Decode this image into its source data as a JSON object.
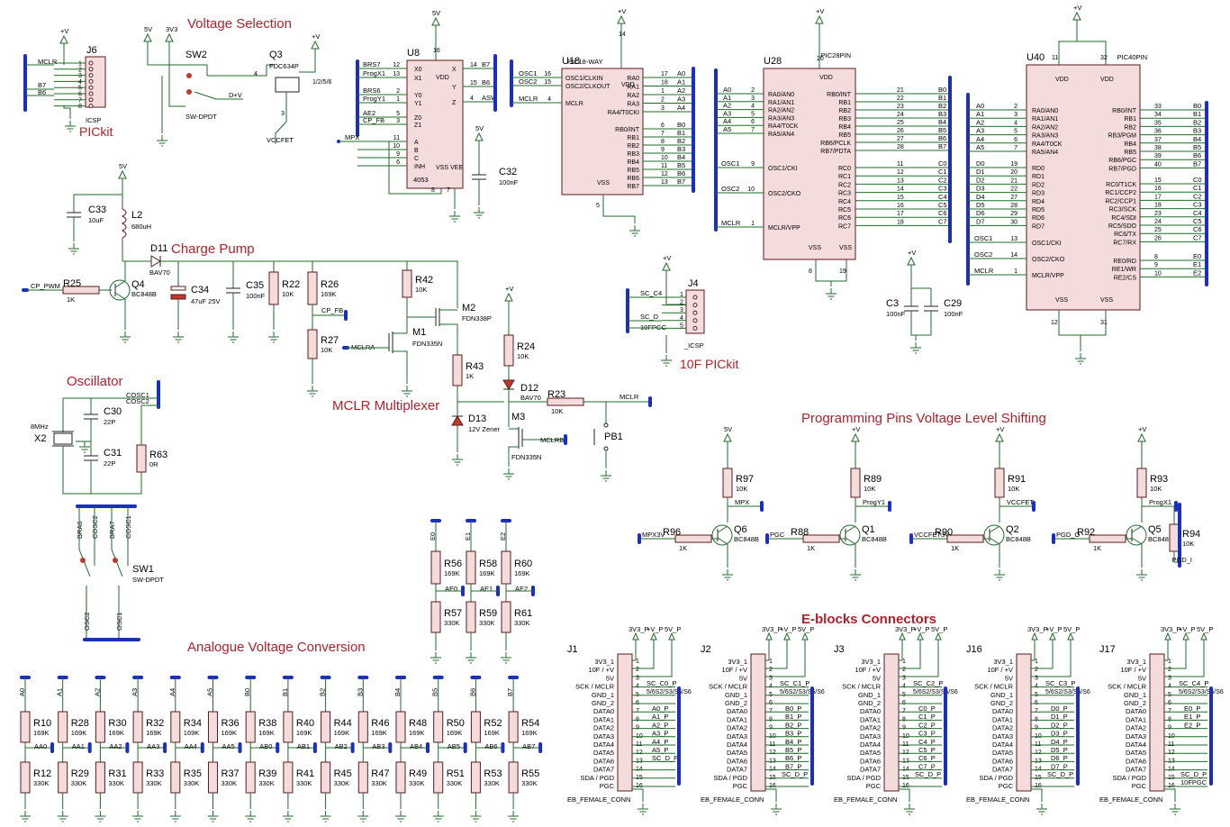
{
  "titles": {
    "voltage_selection": "Voltage Selection",
    "pickit": "PICkit",
    "charge_pump": "Charge Pump",
    "oscillator": "Oscillator",
    "mclr_mux": "MCLR Multiplexer",
    "tenf_pickit": "10F PICkit",
    "level_shift": "Programming Pins Voltage Level Shifting",
    "eblocks": "E-blocks Connectors",
    "analogue": "Analogue Voltage Conversion"
  },
  "power": {
    "v5": "5V",
    "vplus": "+V",
    "v3v3": "3V3"
  },
  "j6": {
    "ref": "J6",
    "name": "ICSP",
    "nets": [
      "MCLR",
      "B7",
      "B6"
    ],
    "pins": [
      "1",
      "2",
      "3",
      "4",
      "5",
      "6",
      "7",
      "8"
    ]
  },
  "sw2": {
    "ref": "SW2",
    "name": "SW-DPDT",
    "net": "D+V"
  },
  "q3": {
    "ref": "Q3",
    "part": "FDC634P",
    "pins": [
      "4",
      "1/2/5/6",
      "3"
    ],
    "net": "VCCFET"
  },
  "u8": {
    "ref": "U8",
    "part": "4053",
    "left": [
      [
        "BRS7",
        "12",
        "X0"
      ],
      [
        "ProgX1",
        "13",
        "X1"
      ],
      [
        "BRS6",
        "2",
        "Y0"
      ],
      [
        "ProgY1",
        "1",
        "Y1"
      ],
      [
        "AE2",
        "5",
        "Z0"
      ],
      [
        "CP_FB",
        "3",
        "Z1"
      ],
      [
        "",
        "11",
        "A"
      ],
      [
        "",
        "10",
        "B"
      ],
      [
        "",
        "9",
        "C"
      ],
      [
        "",
        "6",
        "INH"
      ]
    ],
    "right": [
      [
        "14",
        "X",
        "B7"
      ],
      [
        "15",
        "Y",
        "B6"
      ],
      [
        "4",
        "Z",
        "ASW"
      ]
    ],
    "pwr": [
      [
        "16",
        "VDD"
      ],
      [
        "8",
        "VSS"
      ],
      [
        "7",
        "VEE"
      ]
    ],
    "mpx": "MPX"
  },
  "c32": {
    "ref": "C32",
    "value": "100nF"
  },
  "u18": {
    "ref": "U18",
    "part": "PIC18-WAY",
    "left": [
      [
        "OSC1",
        "16",
        "OSC1/CLKIN"
      ],
      [
        "OSC2",
        "15",
        "OSC2/CLKOUT"
      ],
      [
        "MCLR",
        "4",
        "MCLR"
      ]
    ],
    "ra": [
      [
        "17",
        "RA0",
        "A0"
      ],
      [
        "18",
        "RA1",
        "A1"
      ],
      [
        "1",
        "RA2",
        "A2"
      ],
      [
        "2",
        "RA3",
        "A3"
      ],
      [
        "3",
        "RA4/T0CKI",
        "A4"
      ]
    ],
    "rb": [
      [
        "6",
        "RB0/INT",
        "B0"
      ],
      [
        "7",
        "RB1",
        "B1"
      ],
      [
        "8",
        "RB2",
        "B2"
      ],
      [
        "9",
        "RB3",
        "B3"
      ],
      [
        "10",
        "RB4",
        "B4"
      ],
      [
        "11",
        "RB5",
        "B5"
      ],
      [
        "12",
        "RB6",
        "B6"
      ],
      [
        "13",
        "RB7",
        "B7"
      ]
    ],
    "pwr": [
      [
        "14",
        "VDD"
      ],
      [
        "5",
        "VSS"
      ]
    ]
  },
  "u28": {
    "ref": "U28",
    "part": "PIC28PIN",
    "left_a": [
      [
        "A0",
        "2",
        "RA0/AN0"
      ],
      [
        "A1",
        "3",
        "RA1/AN1"
      ],
      [
        "A2",
        "4",
        "RA2/AN2"
      ],
      [
        "A3",
        "5",
        "RA3/AN3"
      ],
      [
        "A4",
        "6",
        "RA4/T0CK"
      ],
      [
        "A5",
        "7",
        "RA5/AN4"
      ]
    ],
    "left_b": [
      [
        "OSC1",
        "9",
        "OSC1/CKI"
      ],
      [
        "OSC2",
        "10",
        "OSC2/CKO"
      ],
      [
        "MCLR",
        "1",
        "MCLR/VPP"
      ]
    ],
    "rb": [
      [
        "21",
        "RB0/INT",
        "B0"
      ],
      [
        "22",
        "RB1",
        "B1"
      ],
      [
        "23",
        "RB2",
        "B2"
      ],
      [
        "24",
        "RB3",
        "B3"
      ],
      [
        "25",
        "RB4",
        "B4"
      ],
      [
        "26",
        "RB5",
        "B5"
      ],
      [
        "27",
        "RB6/PCLK",
        "B6"
      ],
      [
        "28",
        "RB7/PDTA",
        "B7"
      ]
    ],
    "rc": [
      [
        "11",
        "RC0",
        "C0"
      ],
      [
        "12",
        "RC1",
        "C1"
      ],
      [
        "13",
        "RC2",
        "C2"
      ],
      [
        "14",
        "RC3",
        "C3"
      ],
      [
        "15",
        "RC4",
        "C4"
      ],
      [
        "16",
        "RC5",
        "C5"
      ],
      [
        "17",
        "RC6",
        "C6"
      ],
      [
        "18",
        "RC7",
        "C7"
      ]
    ],
    "pwr": [
      [
        "20",
        "VDD"
      ],
      [
        "8",
        "VSS"
      ],
      [
        "19",
        "VSS"
      ]
    ]
  },
  "u40": {
    "ref": "U40",
    "part": "PIC40PIN",
    "ra": [
      [
        "A0",
        "2",
        "RA0/AN0"
      ],
      [
        "A1",
        "3",
        "RA1/AN1"
      ],
      [
        "A2",
        "4",
        "RA2/AN2"
      ],
      [
        "A3",
        "5",
        "RA3/AN3"
      ],
      [
        "A4",
        "6",
        "RA4/T0CK"
      ],
      [
        "A5",
        "7",
        "RA5/AN4"
      ]
    ],
    "rd": [
      [
        "D0",
        "19",
        "RD0"
      ],
      [
        "D1",
        "20",
        "RD1"
      ],
      [
        "D2",
        "21",
        "RD2"
      ],
      [
        "D3",
        "22",
        "RD3"
      ],
      [
        "D4",
        "27",
        "RD4"
      ],
      [
        "D5",
        "28",
        "RD5"
      ],
      [
        "D6",
        "29",
        "RD6"
      ],
      [
        "D7",
        "30",
        "RD7"
      ]
    ],
    "left_c": [
      [
        "OSC1",
        "13",
        "OSC1/CKI"
      ],
      [
        "OSC2",
        "14",
        "OSC2/CKO"
      ],
      [
        "MCLR",
        "1",
        "MCLR/VPP"
      ]
    ],
    "rb": [
      [
        "33",
        "RB0/INT",
        "B0"
      ],
      [
        "34",
        "RB1",
        "B1"
      ],
      [
        "35",
        "RB2",
        "B2"
      ],
      [
        "36",
        "RB3/PGM",
        "B3"
      ],
      [
        "37",
        "RB4",
        "B4"
      ],
      [
        "38",
        "RB5",
        "B5"
      ],
      [
        "39",
        "RB6/PGC",
        "B6"
      ],
      [
        "40",
        "RB7/PGD",
        "B7"
      ]
    ],
    "rc": [
      [
        "15",
        "RC0/T1CK",
        "C0"
      ],
      [
        "16",
        "RC1/CCP2",
        "C1"
      ],
      [
        "17",
        "RC2/CCP1",
        "C2"
      ],
      [
        "18",
        "RC3/SCK",
        "C3"
      ],
      [
        "23",
        "RC4/SDI",
        "C4"
      ],
      [
        "24",
        "RC5/SDO",
        "C5"
      ],
      [
        "25",
        "RC6/TX",
        "C6"
      ],
      [
        "26",
        "RC7/RX",
        "C7"
      ]
    ],
    "re": [
      [
        "8",
        "RE0/RD",
        "E0"
      ],
      [
        "9",
        "RE1/WR",
        "E1"
      ],
      [
        "10",
        "RE2/CS",
        "E2"
      ]
    ],
    "pwr": [
      [
        "11",
        "VDD"
      ],
      [
        "32",
        "VDD"
      ],
      [
        "12",
        "VSS"
      ],
      [
        "31",
        "VSS"
      ]
    ]
  },
  "c3": {
    "ref": "C3",
    "value": "100nF"
  },
  "c29": {
    "ref": "C29",
    "value": "100nF"
  },
  "j4": {
    "ref": "J4",
    "name": "_ICSP",
    "nets": [
      "SC_C4",
      "SC_D",
      "10FPGC"
    ],
    "pins": [
      "1",
      "2",
      "3",
      "4",
      "5"
    ]
  },
  "charge": {
    "c33": [
      "C33",
      "10uF"
    ],
    "l2": [
      "L2",
      "680uH"
    ],
    "d11": [
      "D11",
      "BAV70"
    ],
    "r25": [
      "R25",
      "1K"
    ],
    "net_cp": "CP_PWM",
    "q4": [
      "Q4",
      "BC848B"
    ],
    "c34": [
      "C34",
      "47uF 25V"
    ],
    "c35": [
      "C35",
      "100nF"
    ],
    "r22": [
      "R22",
      "10K"
    ],
    "r26": [
      "R26",
      "169K"
    ],
    "r27": [
      "R27",
      "10K"
    ],
    "cp_fb": "CP_FB"
  },
  "mux": {
    "r42": [
      "R42",
      "10K"
    ],
    "m2": [
      "M2",
      "FDN338P"
    ],
    "m1": [
      "M1",
      "FDN335N"
    ],
    "mclra": "MCLRA",
    "r43": [
      "R43",
      "1K"
    ],
    "r24": [
      "R24",
      "10K"
    ],
    "d12": [
      "D12",
      "BAV70"
    ],
    "r23": [
      "R23",
      "10K"
    ],
    "mclr": "MCLR",
    "d13": [
      "D13",
      "12V Zener"
    ],
    "m3": [
      "M3",
      "FDN335N"
    ],
    "mclrb": "MCLRB",
    "pb1": "PB1"
  },
  "osc": {
    "cosc1": "COSC1",
    "cosc2": "COSC2",
    "x2": [
      "X2",
      "8MHz"
    ],
    "c30": [
      "C30",
      "22P"
    ],
    "c31": [
      "C31",
      "22P"
    ],
    "r63": [
      "R63",
      "0R"
    ]
  },
  "sw1": {
    "ref": "SW1",
    "name": "SW-DPDT",
    "top": [
      "BRA6",
      "COSC2",
      "BRA7",
      "COSC1"
    ],
    "bot": [
      "OSC2",
      "OSC1"
    ]
  },
  "edivider": [
    {
      "net": "E0",
      "rt": [
        "R56",
        "169K"
      ],
      "mid": "AE0",
      "rb": [
        "R57",
        "330K"
      ]
    },
    {
      "net": "E1",
      "rt": [
        "R58",
        "169K"
      ],
      "mid": "AE1",
      "rb": [
        "R59",
        "330K"
      ]
    },
    {
      "net": "E2",
      "rt": [
        "R60",
        "169K"
      ],
      "mid": "AE2",
      "rb": [
        "R61",
        "330K"
      ]
    }
  ],
  "shifters": [
    {
      "pwr": "5V",
      "rt": [
        "R97",
        "10K"
      ],
      "out": "MPX",
      "q": [
        "Q6",
        "BC848B"
      ],
      "in": "MPX3V",
      "rb": [
        "R96",
        "1K"
      ],
      "extra": null
    },
    {
      "pwr": "+V",
      "rt": [
        "R89",
        "10K"
      ],
      "out": "ProgY1",
      "q": [
        "Q1",
        "BC848B"
      ],
      "in": "PGC",
      "rb": [
        "R88",
        "1K"
      ],
      "extra": null
    },
    {
      "pwr": "+V",
      "rt": [
        "R91",
        "10K"
      ],
      "out": "VCCFET",
      "q": [
        "Q2",
        "BC848B"
      ],
      "in": "VCCFET3V",
      "rb": [
        "R90",
        "1K"
      ],
      "extra": null
    },
    {
      "pwr": "+V",
      "rt": [
        "R93",
        "10K"
      ],
      "out": "ProgX1",
      "q": [
        "Q5",
        "BC848B"
      ],
      "in": "PGD_O",
      "rb": [
        "R92",
        "1K"
      ],
      "extra": [
        "R94",
        "10K",
        "PGD_I"
      ]
    }
  ],
  "eblocks": {
    "pin_names": [
      "3V3_1",
      "10F / +V",
      "5V",
      "SCK / MCLR",
      "GND_1",
      "GND_2",
      "DATA0",
      "DATA1",
      "DATA2",
      "DATA3",
      "DATA4",
      "DATA5",
      "DATA6",
      "DATA7",
      "SDA / PGD",
      "PGC"
    ],
    "pwr_labels": [
      "3V3_P",
      "+V_P",
      "5V_P"
    ],
    "sel": "5/6S2/S3/S5/S6",
    "footer": "EB_FEMALE_CONN",
    "conns": [
      {
        "ref": "J1",
        "p4": "SC_C0_P",
        "data": [
          "A0_P",
          "A1_P",
          "A2_P",
          "A3_P",
          "A4_P",
          "A5_P",
          "SC_D_P",
          ""
        ],
        "p16": ""
      },
      {
        "ref": "J2",
        "p4": "SC_C1_P",
        "data": [
          "B0_P",
          "B1_P",
          "B2_P",
          "B3_P",
          "B4_P",
          "B5_P",
          "B6_P",
          "B7_P"
        ],
        "p15": "SC_D_P"
      },
      {
        "ref": "J3",
        "p4": "SC_C2_P",
        "data": [
          "C0_P",
          "C1_P",
          "C2_P",
          "C3_P",
          "C4_P",
          "C5_P",
          "C6_P",
          "C7_P"
        ],
        "p15": "SC_D_P"
      },
      {
        "ref": "J16",
        "p4": "SC_C3_P",
        "data": [
          "D0_P",
          "D1_P",
          "D2_P",
          "D3_P",
          "D4_P",
          "D5_P",
          "D6_P",
          "D7_P"
        ],
        "p15": "SC_D_P"
      },
      {
        "ref": "J17",
        "p4": "SC_C4_P",
        "data": [
          "E0_P",
          "E1_P",
          "E2_P",
          "",
          "",
          "",
          "",
          ""
        ],
        "p15": "SC_D_P",
        "p16": "10FPGC"
      }
    ]
  },
  "adivider": [
    {
      "net": "A0",
      "rt": [
        "R10",
        "169K"
      ],
      "mid": "AA0",
      "rb": [
        "R12",
        "330K"
      ]
    },
    {
      "net": "A1",
      "rt": [
        "R28",
        "169K"
      ],
      "mid": "AA1",
      "rb": [
        "R29",
        "330K"
      ]
    },
    {
      "net": "A2",
      "rt": [
        "R30",
        "169K"
      ],
      "mid": "AA2",
      "rb": [
        "R31",
        "330K"
      ]
    },
    {
      "net": "A3",
      "rt": [
        "R32",
        "169K"
      ],
      "mid": "AA3",
      "rb": [
        "R33",
        "330K"
      ]
    },
    {
      "net": "A4",
      "rt": [
        "R34",
        "169K"
      ],
      "mid": "AA4",
      "rb": [
        "R35",
        "330K"
      ]
    },
    {
      "net": "A5",
      "rt": [
        "R36",
        "169K"
      ],
      "mid": "AA5",
      "rb": [
        "R37",
        "330K"
      ]
    },
    {
      "net": "B0",
      "rt": [
        "R38",
        "169K"
      ],
      "mid": "AB0",
      "rb": [
        "R39",
        "330K"
      ]
    },
    {
      "net": "B1",
      "rt": [
        "R40",
        "169K"
      ],
      "mid": "AB1",
      "rb": [
        "R41",
        "330K"
      ]
    },
    {
      "net": "B2",
      "rt": [
        "R44",
        "169K"
      ],
      "mid": "AB2",
      "rb": [
        "R45",
        "330K"
      ]
    },
    {
      "net": "B3",
      "rt": [
        "R46",
        "169K"
      ],
      "mid": "AB3",
      "rb": [
        "R47",
        "330K"
      ]
    },
    {
      "net": "B4",
      "rt": [
        "R48",
        "169K"
      ],
      "mid": "AB4",
      "rb": [
        "R49",
        "330K"
      ]
    },
    {
      "net": "B5",
      "rt": [
        "R50",
        "169K"
      ],
      "mid": "AB5",
      "rb": [
        "R51",
        "330K"
      ]
    },
    {
      "net": "B6",
      "rt": [
        "R52",
        "169K"
      ],
      "mid": "AB6",
      "rb": [
        "R53",
        "330K"
      ]
    },
    {
      "net": "B7",
      "rt": [
        "R54",
        "169K"
      ],
      "mid": "AB7",
      "rb": [
        "R55",
        "330K"
      ]
    }
  ]
}
